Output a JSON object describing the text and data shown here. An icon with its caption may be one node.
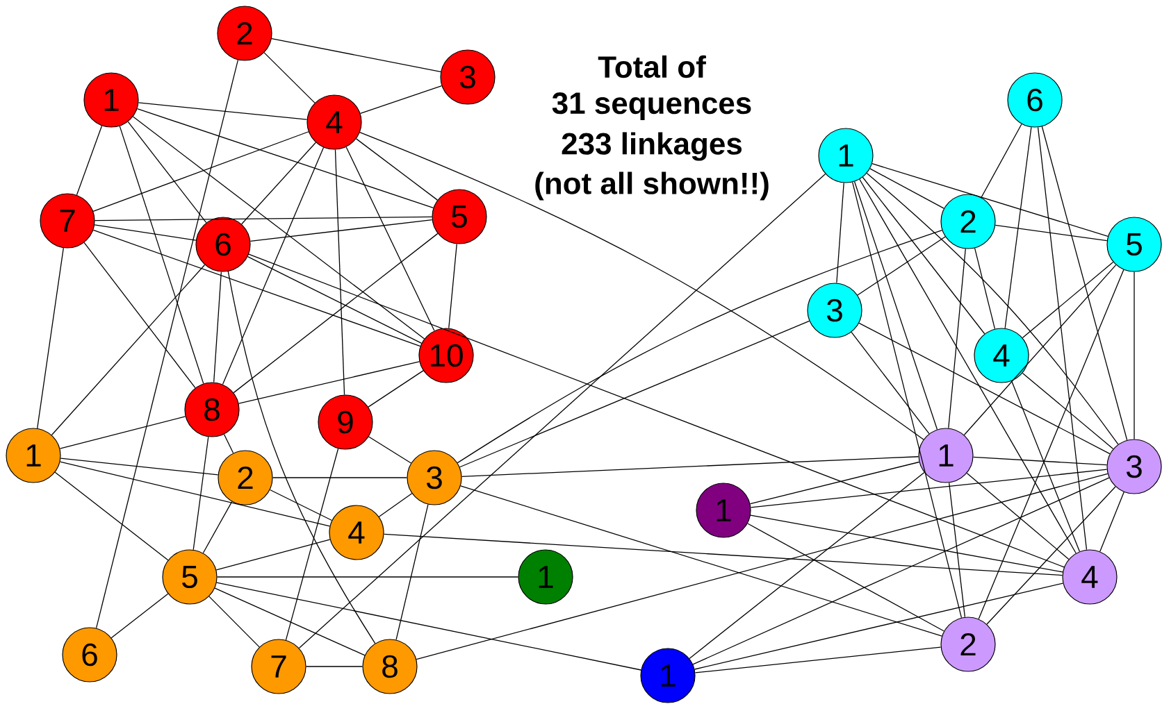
{
  "diagram": {
    "nodes": [
      {
        "text": [
          "1"
        ]
      },
      {
        "text": [
          "2"
        ]
      },
      {
        "text": [
          "3"
        ]
      },
      {
        "text": [
          "4"
        ]
      },
      {
        "text": [
          "5"
        ]
      },
      {
        "text": [
          "6"
        ]
      },
      {
        "text": [
          "7"
        ]
      },
      {
        "text": [
          "8"
        ]
      },
      {
        "text": [
          "9"
        ]
      },
      {
        "text": [
          "10"
        ]
      },
      {
        "text": [
          "1"
        ]
      },
      {
        "text": [
          "2"
        ]
      },
      {
        "text": [
          "3"
        ]
      },
      {
        "text": [
          "4"
        ]
      },
      {
        "text": [
          "5"
        ]
      },
      {
        "text": [
          "6"
        ]
      },
      {
        "text": [
          "7"
        ]
      },
      {
        "text": [
          "8"
        ]
      },
      {
        "text": [
          "1"
        ]
      },
      {
        "text": [
          "1"
        ]
      },
      {
        "text": [
          "1"
        ]
      },
      {
        "text": [
          "1"
        ]
      },
      {
        "text": [
          "2"
        ]
      },
      {
        "text": [
          "3"
        ]
      },
      {
        "text": [
          "4"
        ]
      },
      {
        "text": [
          "5"
        ]
      },
      {
        "text": [
          "6"
        ]
      },
      {
        "text": [
          "1"
        ]
      },
      {
        "text": [
          "2"
        ]
      },
      {
        "text": [
          "3"
        ]
      },
      {
        "text": [
          "4"
        ]
      }
    ],
    "edges": [
      {
        "from": 1,
        "to": 2,
        "arrow": "none"
      },
      {
        "from": 1,
        "to": 3,
        "arrow": "none"
      },
      {
        "from": 1,
        "to": 15,
        "arrow": "none"
      },
      {
        "from": 0,
        "to": 3,
        "arrow": "none"
      },
      {
        "from": 0,
        "to": 6,
        "arrow": "none"
      },
      {
        "from": 0,
        "to": 7,
        "arrow": "none"
      },
      {
        "from": 0,
        "to": 5,
        "arrow": "none"
      },
      {
        "from": 0,
        "to": 9,
        "arrow": "none"
      },
      {
        "from": 0,
        "to": 4,
        "arrow": "none"
      },
      {
        "from": 2,
        "to": 3,
        "arrow": "none"
      },
      {
        "from": 3,
        "to": 6,
        "arrow": "none"
      },
      {
        "from": 3,
        "to": 5,
        "arrow": "none"
      },
      {
        "from": 3,
        "to": 7,
        "arrow": "none"
      },
      {
        "from": 3,
        "to": 8,
        "arrow": "none"
      },
      {
        "from": 3,
        "to": 9,
        "arrow": "none"
      },
      {
        "from": 3,
        "to": 4,
        "arrow": "none"
      },
      {
        "from": 3,
        "to": 27,
        "arrow": "none"
      },
      {
        "from": 4,
        "to": 6,
        "arrow": "none"
      },
      {
        "from": 4,
        "to": 5,
        "arrow": "none"
      },
      {
        "from": 4,
        "to": 9,
        "arrow": "none"
      },
      {
        "from": 4,
        "to": 7,
        "arrow": "none"
      },
      {
        "from": 5,
        "to": 6,
        "arrow": "none"
      },
      {
        "from": 5,
        "to": 9,
        "arrow": "none"
      },
      {
        "from": 5,
        "to": 7,
        "arrow": "none"
      },
      {
        "from": 5,
        "to": 17,
        "arrow": "none"
      },
      {
        "from": 5,
        "to": 10,
        "arrow": "none"
      },
      {
        "from": 5,
        "to": 30,
        "arrow": "none"
      },
      {
        "from": 6,
        "to": 9,
        "arrow": "none"
      },
      {
        "from": 6,
        "to": 7,
        "arrow": "none"
      },
      {
        "from": 6,
        "to": 10,
        "arrow": "none"
      },
      {
        "from": 7,
        "to": 9,
        "arrow": "none"
      },
      {
        "from": 7,
        "to": 10,
        "arrow": "none"
      },
      {
        "from": 7,
        "to": 11,
        "arrow": "none"
      },
      {
        "from": 7,
        "to": 14,
        "arrow": "none"
      },
      {
        "from": 8,
        "to": 9,
        "arrow": "none"
      },
      {
        "from": 8,
        "to": 12,
        "arrow": "none"
      },
      {
        "from": 8,
        "to": 16,
        "arrow": "none"
      },
      {
        "from": 10,
        "to": 11,
        "arrow": "none"
      },
      {
        "from": 10,
        "to": 13,
        "arrow": "none"
      },
      {
        "from": 10,
        "to": 14,
        "arrow": "none"
      },
      {
        "from": 11,
        "to": 12,
        "arrow": "none"
      },
      {
        "from": 11,
        "to": 13,
        "arrow": "none"
      },
      {
        "from": 11,
        "to": 14,
        "arrow": "none"
      },
      {
        "from": 12,
        "to": 13,
        "arrow": "none"
      },
      {
        "from": 12,
        "to": 17,
        "arrow": "none"
      },
      {
        "from": 12,
        "to": 22,
        "arrow": "none"
      },
      {
        "from": 12,
        "to": 23,
        "arrow": "none"
      },
      {
        "from": 12,
        "to": 27,
        "arrow": "none"
      },
      {
        "from": 12,
        "to": 28,
        "arrow": "none"
      },
      {
        "from": 13,
        "to": 14,
        "arrow": "none"
      },
      {
        "from": 13,
        "to": 30,
        "arrow": "none"
      },
      {
        "from": 14,
        "to": 18,
        "arrow": "none"
      },
      {
        "from": 14,
        "to": 15,
        "arrow": "none"
      },
      {
        "from": 14,
        "to": 16,
        "arrow": "none"
      },
      {
        "from": 14,
        "to": 17,
        "arrow": "none"
      },
      {
        "from": 14,
        "to": 20,
        "arrow": "none"
      },
      {
        "from": 16,
        "to": 17,
        "arrow": "none"
      },
      {
        "from": 16,
        "to": 21,
        "arrow": "none"
      },
      {
        "from": 17,
        "to": 29,
        "arrow": "none"
      },
      {
        "from": 19,
        "to": 27,
        "arrow": "none"
      },
      {
        "from": 19,
        "to": 29,
        "arrow": "none"
      },
      {
        "from": 19,
        "to": 30,
        "arrow": "none"
      },
      {
        "from": 19,
        "to": 28,
        "arrow": "none"
      },
      {
        "from": 20,
        "to": 27,
        "arrow": "none"
      },
      {
        "from": 20,
        "to": 29,
        "arrow": "none"
      },
      {
        "from": 20,
        "to": 30,
        "arrow": "none"
      },
      {
        "from": 20,
        "to": 28,
        "arrow": "none"
      },
      {
        "from": 21,
        "to": 23,
        "arrow": "none"
      },
      {
        "from": 21,
        "to": 22,
        "arrow": "none"
      },
      {
        "from": 21,
        "to": 25,
        "arrow": "none"
      },
      {
        "from": 21,
        "to": 24,
        "arrow": "none"
      },
      {
        "from": 21,
        "to": 27,
        "arrow": "none"
      },
      {
        "from": 21,
        "to": 28,
        "arrow": "none"
      },
      {
        "from": 21,
        "to": 30,
        "arrow": "none"
      },
      {
        "from": 21,
        "to": 29,
        "arrow": "none"
      },
      {
        "from": 22,
        "to": 23,
        "arrow": "none"
      },
      {
        "from": 22,
        "to": 25,
        "arrow": "none"
      },
      {
        "from": 22,
        "to": 26,
        "arrow": "none"
      },
      {
        "from": 22,
        "to": 24,
        "arrow": "none"
      },
      {
        "from": 22,
        "to": 27,
        "arrow": "none"
      },
      {
        "from": 23,
        "to": 27,
        "arrow": "none"
      },
      {
        "from": 23,
        "to": 29,
        "arrow": "none"
      },
      {
        "from": 24,
        "to": 26,
        "arrow": "none"
      },
      {
        "from": 24,
        "to": 25,
        "arrow": "none"
      },
      {
        "from": 24,
        "to": 30,
        "arrow": "none"
      },
      {
        "from": 24,
        "to": 29,
        "arrow": "none"
      },
      {
        "from": 25,
        "to": 27,
        "arrow": "none"
      },
      {
        "from": 25,
        "to": 28,
        "arrow": "none"
      },
      {
        "from": 25,
        "to": 29,
        "arrow": "none"
      },
      {
        "from": 26,
        "to": 30,
        "arrow": "none"
      },
      {
        "from": 26,
        "to": 29,
        "arrow": "none"
      },
      {
        "from": 27,
        "to": 29,
        "arrow": "none"
      },
      {
        "from": 27,
        "to": 30,
        "arrow": "none"
      },
      {
        "from": 27,
        "to": 28,
        "arrow": "none"
      },
      {
        "from": 28,
        "to": 29,
        "arrow": "none"
      },
      {
        "from": 29,
        "to": 30,
        "arrow": "none"
      }
    ],
    "labels": [
      "Total of",
      "31 sequences",
      "233 linkages",
      "(not all shown!!)"
    ]
  }
}
